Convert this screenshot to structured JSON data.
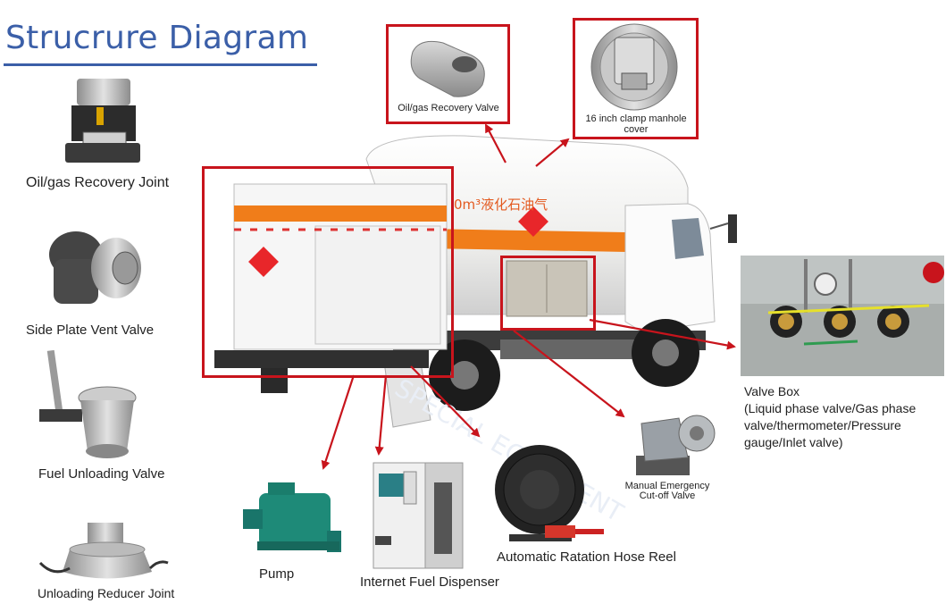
{
  "title": "Strucrure Diagram",
  "truck": {
    "tank_text": "0m³液化石油气"
  },
  "labels": {
    "oil_gas_recovery_joint": "Oil/gas Recovery Joint",
    "side_plate_vent_valve": "Side Plate Vent Valve",
    "fuel_unloading_valve": "Fuel Unloading Valve",
    "unloading_reducer_joint": "Unloading Reducer Joint",
    "oil_gas_recovery_valve": "Oil/gas Recovery Valve",
    "manhole_cover_line1": "16 inch clamp manhole",
    "manhole_cover_line2": "cover",
    "valve_box_title": "Valve Box",
    "valve_box_line1": "(Liquid phase valve/Gas phase",
    "valve_box_line2": "valve/thermometer/Pressure",
    "valve_box_line3": "gauge/Inlet valve)",
    "manual_emergency_line1": "Manual Emergency",
    "manual_emergency_line2": "Cut-off Valve",
    "pump": "Pump",
    "internet_fuel_dispenser": "Internet Fuel Dispenser",
    "automatic_hose_reel": "Automatic Ratation Hose Reel"
  },
  "colors": {
    "title_blue": "#3b5fa8",
    "arrow_red": "#c8141c",
    "stripe_orange": "#f07d1a",
    "tank_white": "#f4f4f2"
  }
}
